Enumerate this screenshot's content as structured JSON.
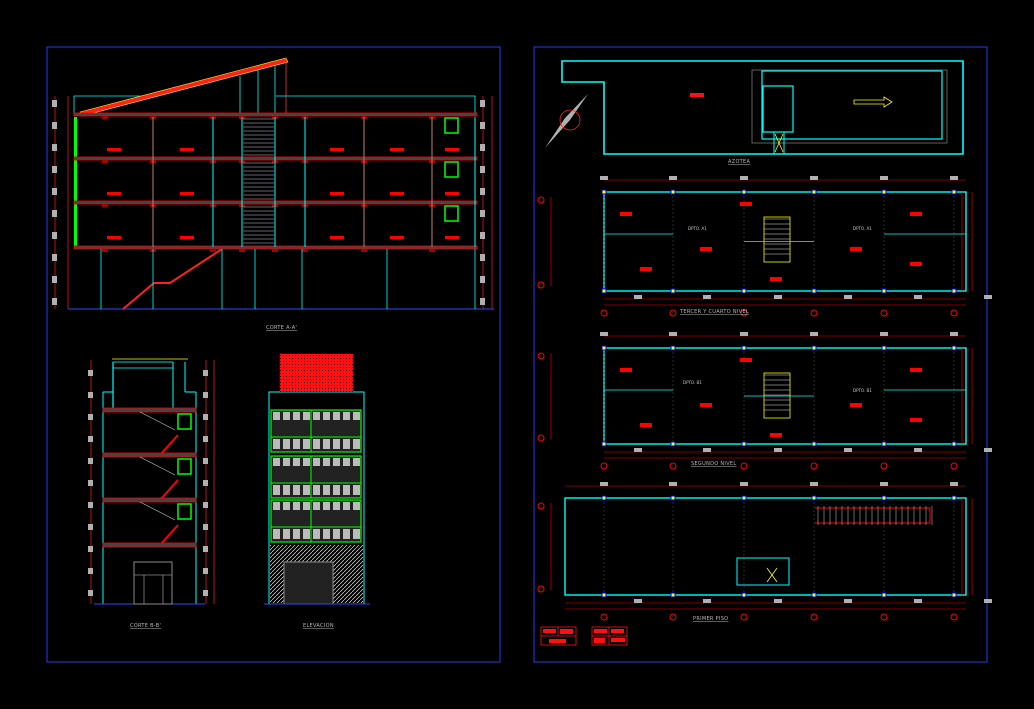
{
  "sheets": {
    "left": {
      "section_aa_title": "CORTE A-A'",
      "section_bb_title": "CORTE B-B'",
      "elevation_title": "ELEVACION"
    },
    "right": {
      "roof_title": "AZOTEA",
      "third_fourth_title": "TERCER Y CUARTO NIVEL",
      "second_title": "SEGUNDO NIVEL",
      "first_title": "PRIMER PISO",
      "room_labels": [
        "DPTO. A1",
        "DPTO. A1",
        "DPTO. B1",
        "DPTO. B1"
      ]
    }
  },
  "colors": {
    "background": "#000000",
    "sheet_border": "#1f3cff",
    "wall": "#00ffff",
    "slab": "#ff0000",
    "window": "#00ff00",
    "stair": "#ffff00",
    "dimension": "#b0b0b0"
  }
}
